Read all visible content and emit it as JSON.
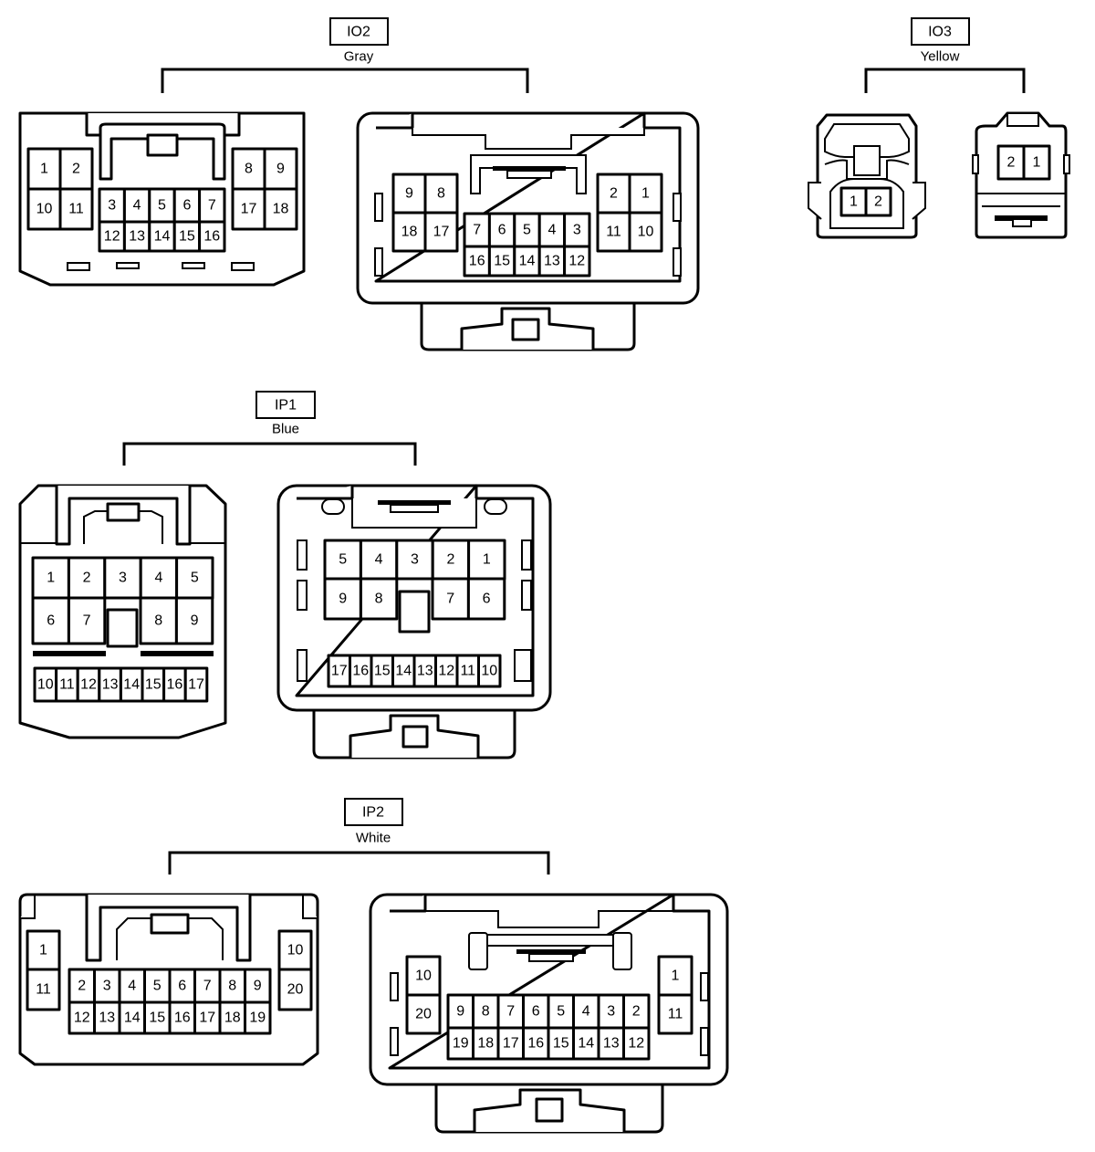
{
  "connectors": [
    {
      "id": "IO2",
      "color": "Gray",
      "views": [
        {
          "pins": [
            [
              "1",
              "2",
              "8",
              "9"
            ],
            [
              "10",
              "11",
              "17",
              "18"
            ],
            [
              "3",
              "4",
              "5",
              "6",
              "7"
            ],
            [
              "12",
              "13",
              "14",
              "15",
              "16"
            ]
          ]
        },
        {
          "pins": [
            [
              "9",
              "8",
              "2",
              "1"
            ],
            [
              "18",
              "17",
              "11",
              "10"
            ],
            [
              "7",
              "6",
              "5",
              "4",
              "3"
            ],
            [
              "16",
              "15",
              "14",
              "13",
              "12"
            ]
          ]
        }
      ]
    },
    {
      "id": "IO3",
      "color": "Yellow",
      "views": [
        {
          "pins": [
            [
              "1",
              "2"
            ]
          ]
        },
        {
          "pins": [
            [
              "2",
              "1"
            ]
          ]
        }
      ]
    },
    {
      "id": "IP1",
      "color": "Blue",
      "views": [
        {
          "pins": [
            [
              "1",
              "2",
              "3",
              "4",
              "5"
            ],
            [
              "6",
              "7",
              "8",
              "9"
            ],
            [
              "10",
              "11",
              "12",
              "13",
              "14",
              "15",
              "16",
              "17"
            ]
          ]
        },
        {
          "pins": [
            [
              "5",
              "4",
              "3",
              "2",
              "1"
            ],
            [
              "9",
              "8",
              "7",
              "6"
            ],
            [
              "17",
              "16",
              "15",
              "14",
              "13",
              "12",
              "11",
              "10"
            ]
          ]
        }
      ]
    },
    {
      "id": "IP2",
      "color": "White",
      "views": [
        {
          "pins": [
            [
              "1",
              "11",
              "10",
              "20"
            ],
            [
              "2",
              "3",
              "4",
              "5",
              "6",
              "7",
              "8",
              "9"
            ],
            [
              "12",
              "13",
              "14",
              "15",
              "16",
              "17",
              "18",
              "19"
            ]
          ]
        },
        {
          "pins": [
            [
              "10",
              "20",
              "1",
              "11"
            ],
            [
              "9",
              "8",
              "7",
              "6",
              "5",
              "4",
              "3",
              "2"
            ],
            [
              "19",
              "18",
              "17",
              "16",
              "15",
              "14",
              "13",
              "12"
            ]
          ]
        }
      ]
    }
  ]
}
